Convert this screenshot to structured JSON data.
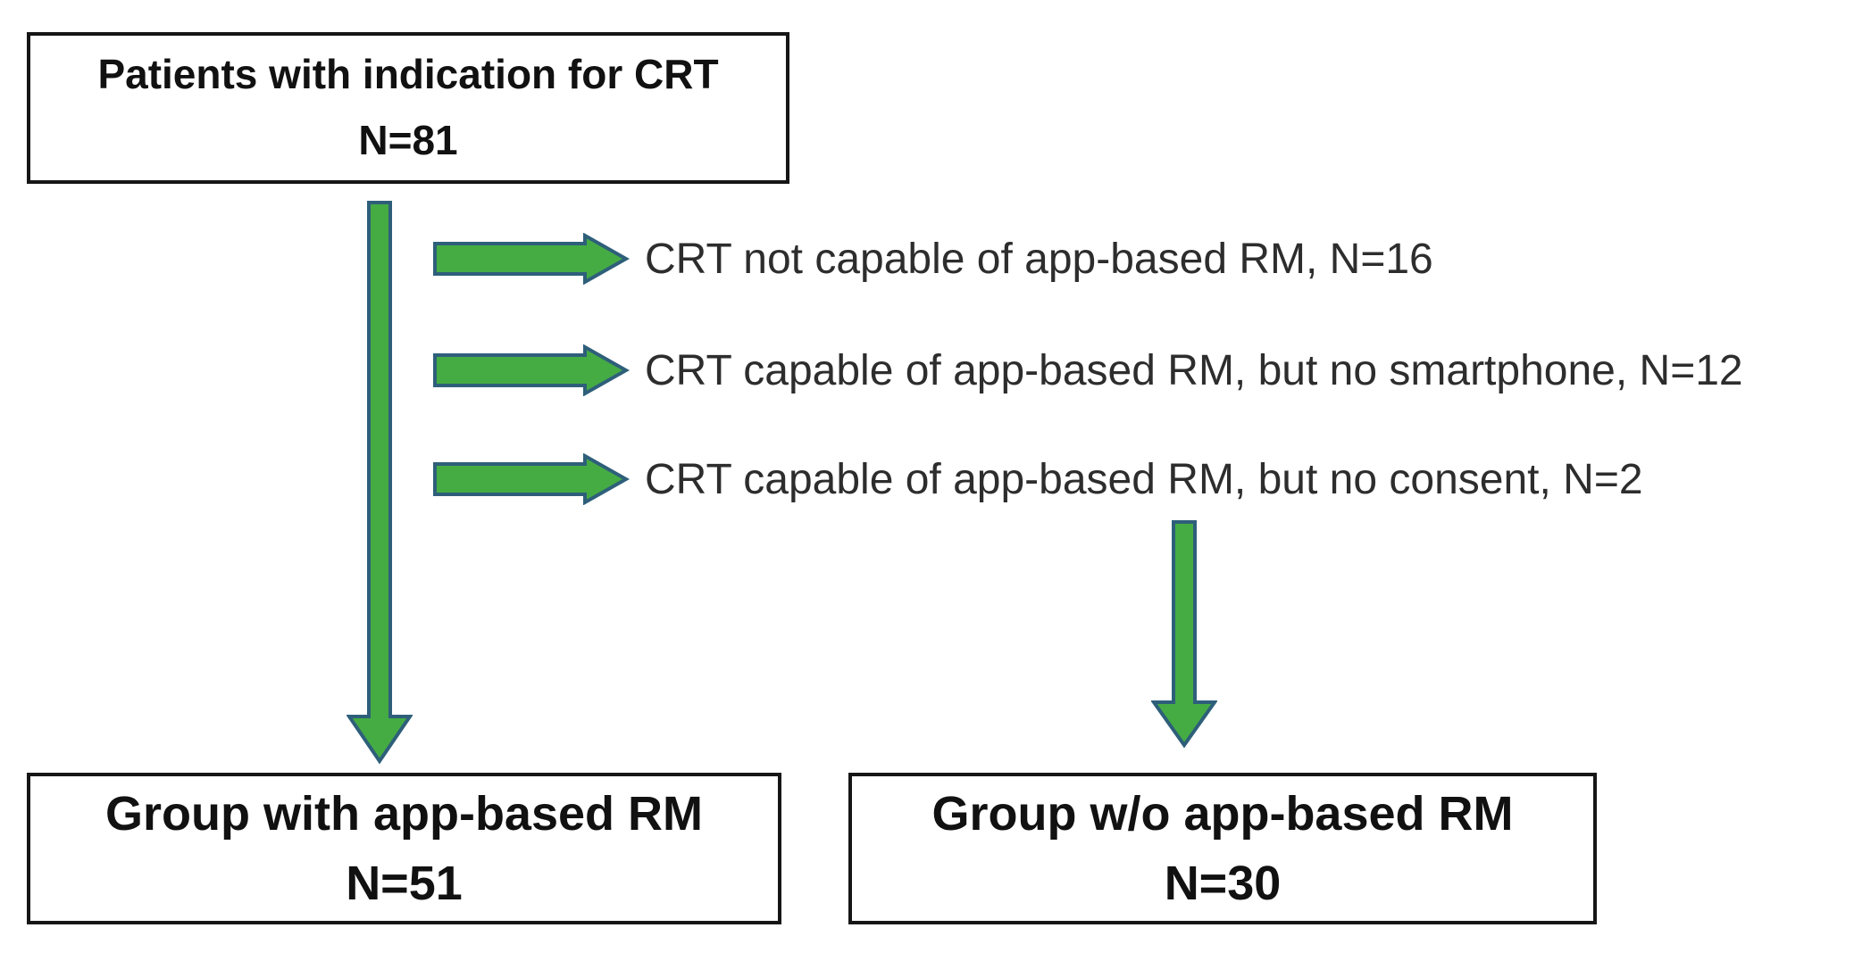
{
  "colors": {
    "background": "#ffffff",
    "arrow_fill": "#45ac44",
    "arrow_stroke": "#2e5f7a",
    "box_border": "#161616",
    "box_text": "#111111",
    "label_text": "#2d2d2d"
  },
  "top_box": {
    "title": "Patients with indication for CRT",
    "count": "N=81"
  },
  "exclusions": [
    {
      "label": "CRT not capable of app-based RM, N=16"
    },
    {
      "label": "CRT capable of app-based RM, but no smartphone, N=12"
    },
    {
      "label": "CRT capable of app-based RM, but no consent, N=2"
    }
  ],
  "outcome_boxes": {
    "left": {
      "title": "Group with app-based RM",
      "count": "N=51"
    },
    "right": {
      "title": "Group w/o app-based RM",
      "count": "N=30"
    }
  }
}
